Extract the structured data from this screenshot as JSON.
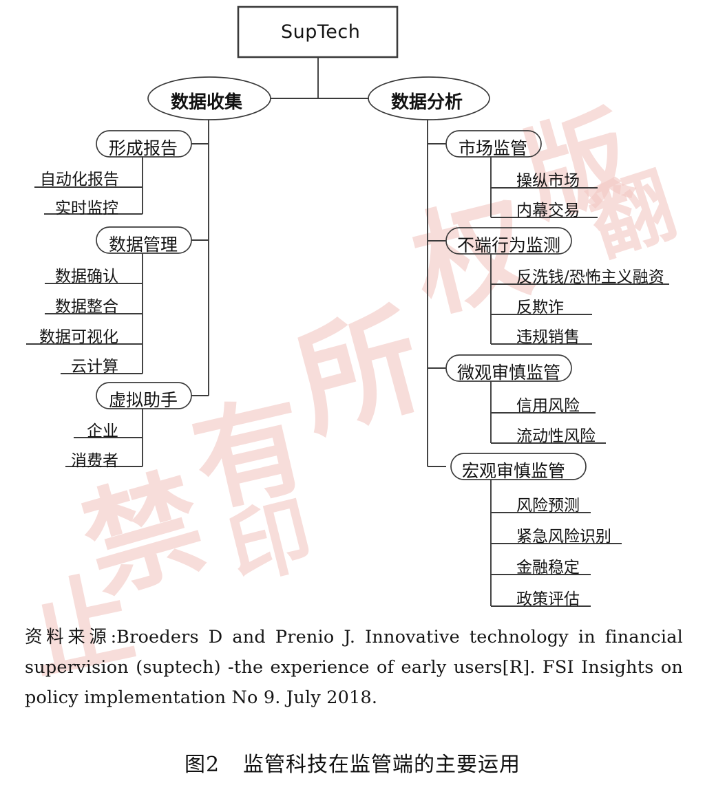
{
  "root": {
    "label": "SupTech"
  },
  "branches": [
    {
      "id": "data-collection",
      "label": "数据收集",
      "side": "left",
      "children": [
        {
          "id": "form-report",
          "label": "形成报告",
          "leaves": [
            "自动化报告",
            "实时监控"
          ]
        },
        {
          "id": "data-management",
          "label": "数据管理",
          "leaves": [
            "数据确认",
            "数据整合",
            "数据可视化",
            "云计算"
          ]
        },
        {
          "id": "virtual-assistant",
          "label": "虚拟助手",
          "leaves": [
            "企业",
            "消费者"
          ]
        }
      ]
    },
    {
      "id": "data-analysis",
      "label": "数据分析",
      "side": "right",
      "children": [
        {
          "id": "market-supervision",
          "label": "市场监管",
          "leaves": [
            "操纵市场",
            "内幕交易"
          ]
        },
        {
          "id": "misconduct-monitoring",
          "label": "不端行为监测",
          "leaves": [
            "反洗钱/恐怖主义融资",
            "反欺诈",
            "违规销售"
          ]
        },
        {
          "id": "micro-prudential",
          "label": "微观审慎监管",
          "leaves": [
            "信用风险",
            "流动性风险"
          ]
        },
        {
          "id": "macro-prudential",
          "label": "宏观审慎监管",
          "leaves": [
            "风险预测",
            "紧急风险识别",
            "金融稳定",
            "政策评估"
          ]
        }
      ]
    }
  ],
  "source": {
    "prefix": "资料来源:",
    "text": "Broeders D and Prenio J. Innovative technology in financial supervision (suptech) -the experience of early users[R]. FSI Insights on policy implementation No 9. July 2018."
  },
  "caption": {
    "number": "图2",
    "title": "监管科技在监管端的主要运用"
  },
  "watermark": {
    "glyphs": [
      "版",
      "权",
      "所",
      "有",
      "禁",
      "止",
      "翻",
      "印"
    ],
    "color": "#f3c9c4"
  },
  "colors": {
    "stroke": "#3b3b3b",
    "text": "#141414",
    "background": "#ffffff"
  }
}
